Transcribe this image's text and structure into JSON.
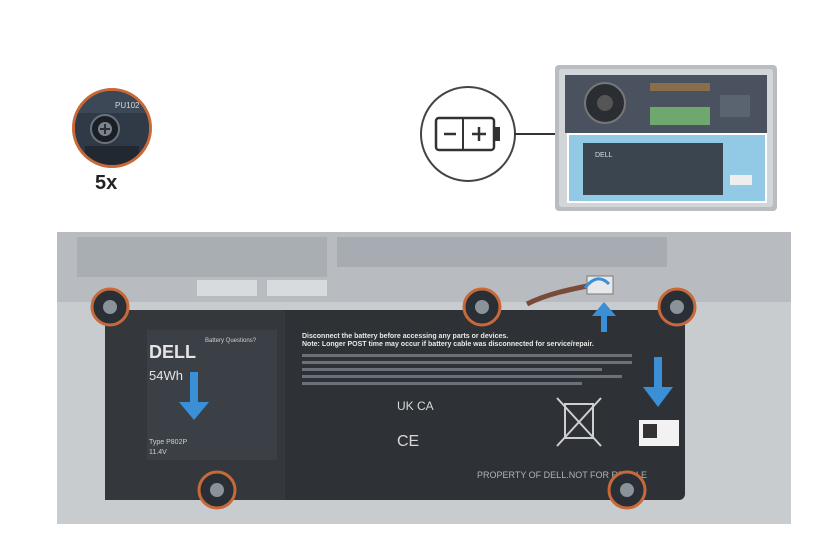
{
  "quantity": "5x",
  "battery_labels": {
    "brand": "DELL",
    "capacity": "54Wh",
    "model": "Type P802P",
    "voltage": "11.4V",
    "questions": "Battery Questions?",
    "warning_line1": "Disconnect the battery before accessing any parts or devices.",
    "warning_line2": "Note: Longer POST time may occur if battery cable was disconnected for service/repair.",
    "footer": "PROPERTY OF DELL.NOT FOR RESALE",
    "ukca": "UK CA",
    "ce": "CE",
    "zoom_text": "PU102"
  },
  "colors": {
    "accent_orange": "#c8693a",
    "arrow_blue": "#3a8fd6",
    "battery_body": "#2e3236",
    "board": "#c9cccf"
  }
}
